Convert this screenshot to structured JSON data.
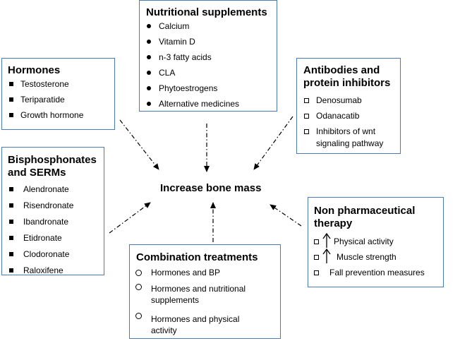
{
  "center": {
    "label": "Increase bone mass"
  },
  "nutritional": {
    "title": "Nutritional supplements",
    "items": [
      "Calcium",
      "Vitamin D",
      "n-3 fatty acids",
      "CLA",
      "Phytoestrogens",
      "Alternative medicines"
    ]
  },
  "hormones": {
    "title": "Hormones",
    "items": [
      "Testosterone",
      "Teriparatide",
      "Growth hormone"
    ]
  },
  "antibodies": {
    "title_line1": "Antibodies and",
    "title_line2": "protein inhibitors",
    "items": [
      "Denosumab",
      "Odanacatib"
    ],
    "item3_line1": "Inhibitors of wnt",
    "item3_line2": "signaling pathway"
  },
  "bisphos": {
    "title_line1": "Bisphosphonates",
    "title_line2": "and SERMs",
    "items": [
      "Alendronate",
      "Risendronate",
      "Ibandronate",
      "Etidronate",
      "Clodoronate",
      "Raloxifene"
    ]
  },
  "nonpharm": {
    "title_line1": "Non pharmaceutical",
    "title_line2": "therapy",
    "items": [
      "Physical activity",
      "Muscle strength",
      "Fall prevention measures"
    ]
  },
  "combination": {
    "title": "Combination treatments",
    "item1": "Hormones and BP",
    "item2_line1": "Hormones and nutritional",
    "item2_line2": "supplements",
    "item3_line1": "Hormones and physical",
    "item3_line2": "activity"
  },
  "colors": {
    "box_border": "#4a7ab7",
    "text": "#000000"
  }
}
